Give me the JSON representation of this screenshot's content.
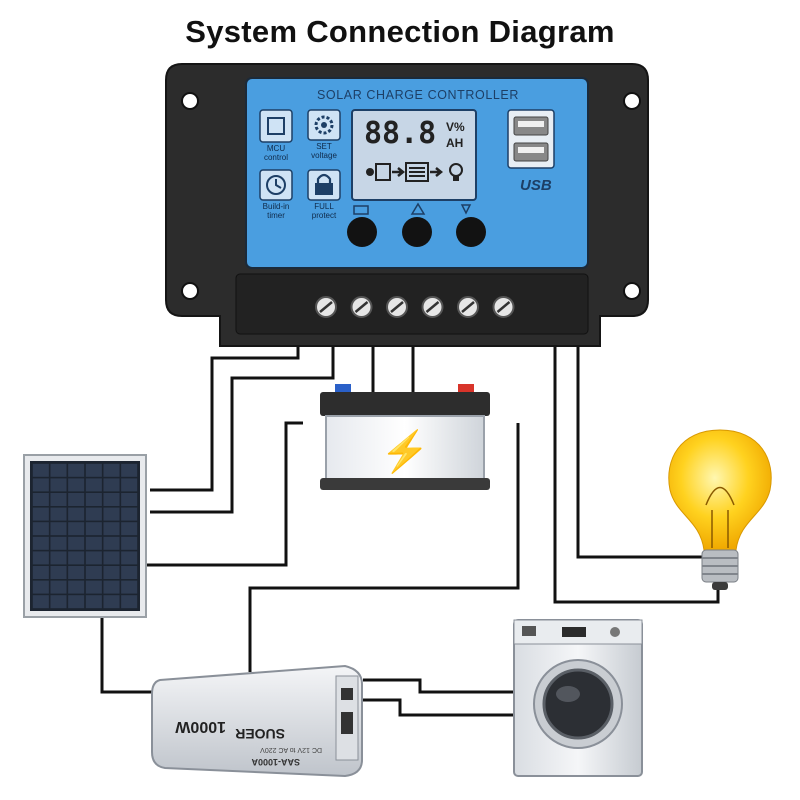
{
  "title": "System Connection Diagram",
  "controller": {
    "panel_title": "SOLAR CHARGE CONTROLLER",
    "lcd": {
      "digits": "88.8",
      "unit_top": "V%",
      "unit_bottom": "AH"
    },
    "features": [
      {
        "icon": "chip-icon",
        "line1": "MCU",
        "line2": "control"
      },
      {
        "icon": "gear-icon",
        "line1": "SET",
        "line2": "voltage"
      },
      {
        "icon": "clock-icon",
        "line1": "Build-in",
        "line2": "timer"
      },
      {
        "icon": "lock-icon",
        "line1": "FULL",
        "line2": "protect"
      }
    ],
    "usb_label": "USB",
    "button_icons": [
      "battery-icon",
      "triangle-icon",
      "settings-icon"
    ],
    "terminal_count": 6,
    "colors": {
      "panel_blue": "#4a9ee0",
      "lcd": "#c7d6e6",
      "housing": "#2b2b2b"
    }
  },
  "components": {
    "solar_panel": {
      "icon": "solar-panel-icon"
    },
    "battery": {
      "icon": "battery-icon",
      "symbol": "⚡"
    },
    "bulb": {
      "icon": "light-bulb-icon"
    },
    "inverter": {
      "icon": "inverter-icon",
      "brand": "SUOER",
      "rating": "1000W",
      "model": "SAA-1000A",
      "spec_line": "DC 12V to AC 220V"
    },
    "washing_machine": {
      "icon": "washing-machine-icon"
    }
  }
}
